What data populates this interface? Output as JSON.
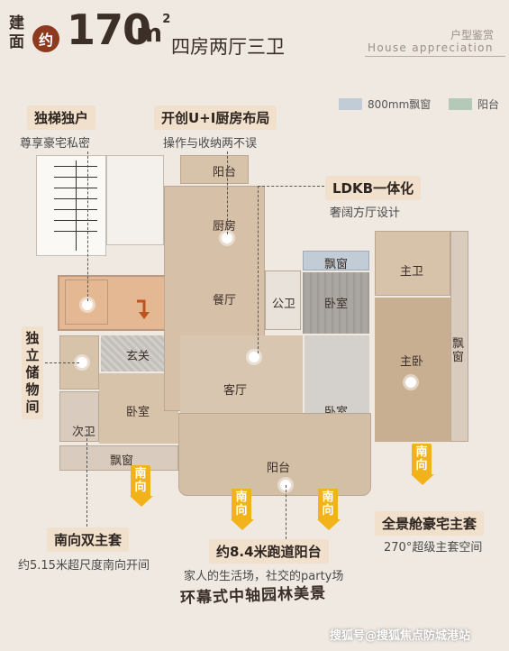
{
  "header": {
    "build_label": "建面",
    "approx": "约",
    "area_number": "170",
    "area_unit": "m",
    "area_sup": "2",
    "layout": "四房两厅三卫",
    "tag_cn": "户型鉴赏",
    "tag_en": "House appreciation"
  },
  "legend": [
    {
      "label": "800mm飘窗",
      "color": "#c2ccd6"
    },
    {
      "label": "阳台",
      "color": "#b5c9b9"
    }
  ],
  "rooms": {
    "balcony_top": "阳台",
    "kitchen": "厨房",
    "dining": "餐厅",
    "public_bath": "公卫",
    "bay_window_1": "飘窗",
    "bedroom_mid": "卧室",
    "master_bath": "主卫",
    "bay_window_right": "飘窗",
    "master_bedroom": "主卧",
    "foyer": "玄关",
    "living": "客厅",
    "bedroom_lower": "卧室",
    "bedroom_left": "卧室",
    "secondary_bath": "次卫",
    "bay_window_2": "飘窗",
    "balcony_bottom": "阳台"
  },
  "callouts": {
    "elevator_title": "独梯独户",
    "elevator_sub": "尊享豪宅私密",
    "kitchen_title": "开创U+I厨房布局",
    "kitchen_sub": "操作与收纳两不误",
    "ldkb_title": "LDKB一体化",
    "ldkb_sub": "奢阔方厅设计",
    "storage_title": "独立储物间",
    "suite_title": "南向双主套",
    "suite_sub": "约5.15米超尺度南向开间",
    "balcony_title": "约8.4米跑道阳台",
    "balcony_sub": "家人的生活场，社交的party场",
    "master_title": "全景舱豪宅主套",
    "master_sub": "270°超级主套空间"
  },
  "south_label": "南向",
  "footer_title": "环幕式中轴园林美景",
  "watermark": "搜狐号@搜狐焦点防城港站"
}
